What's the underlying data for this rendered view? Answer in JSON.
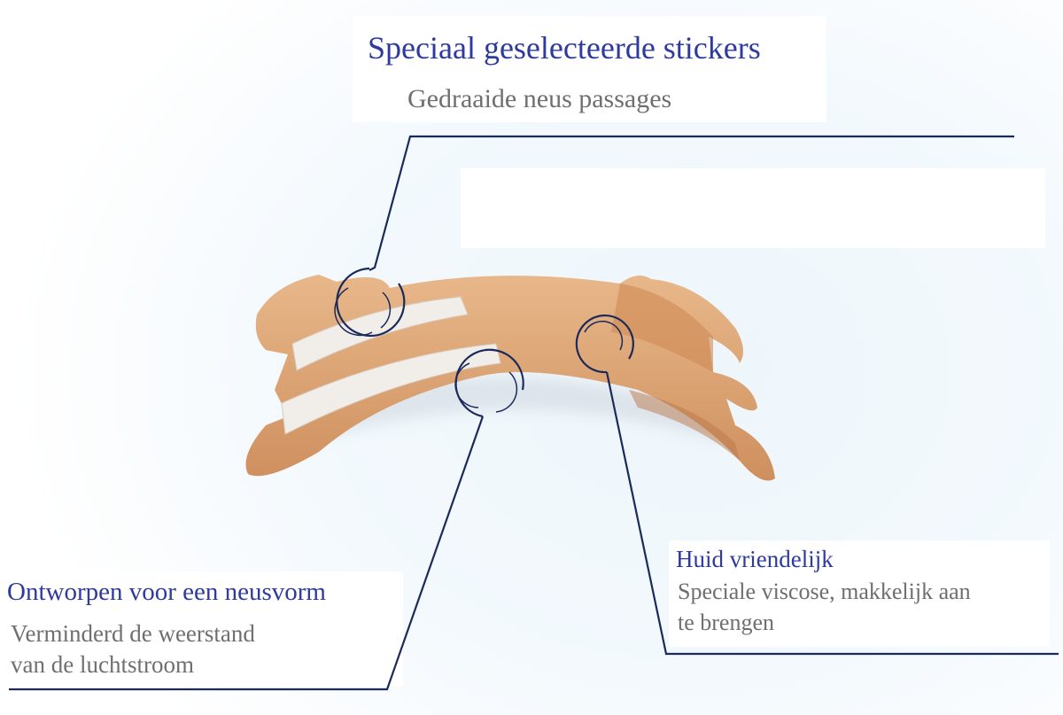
{
  "callouts": {
    "top": {
      "title": "Speciaal geselecteerde stickers",
      "subtitle": "Gedraaide neus passages"
    },
    "left": {
      "title": "Ontworpen voor een neusvorm",
      "line1": "Verminderd de weerstand",
      "line2": "van de luchtstroom"
    },
    "right": {
      "title": "Huid vriendelijk",
      "line1": "Speciale viscose, makkelijk aan",
      "line2": "te brengen"
    }
  },
  "colors": {
    "title": "#2f3a9e",
    "subtitle": "#6f6f6f",
    "line": "#1a2a5a",
    "strip": "#d9a070",
    "liner": "#f1ede8"
  }
}
